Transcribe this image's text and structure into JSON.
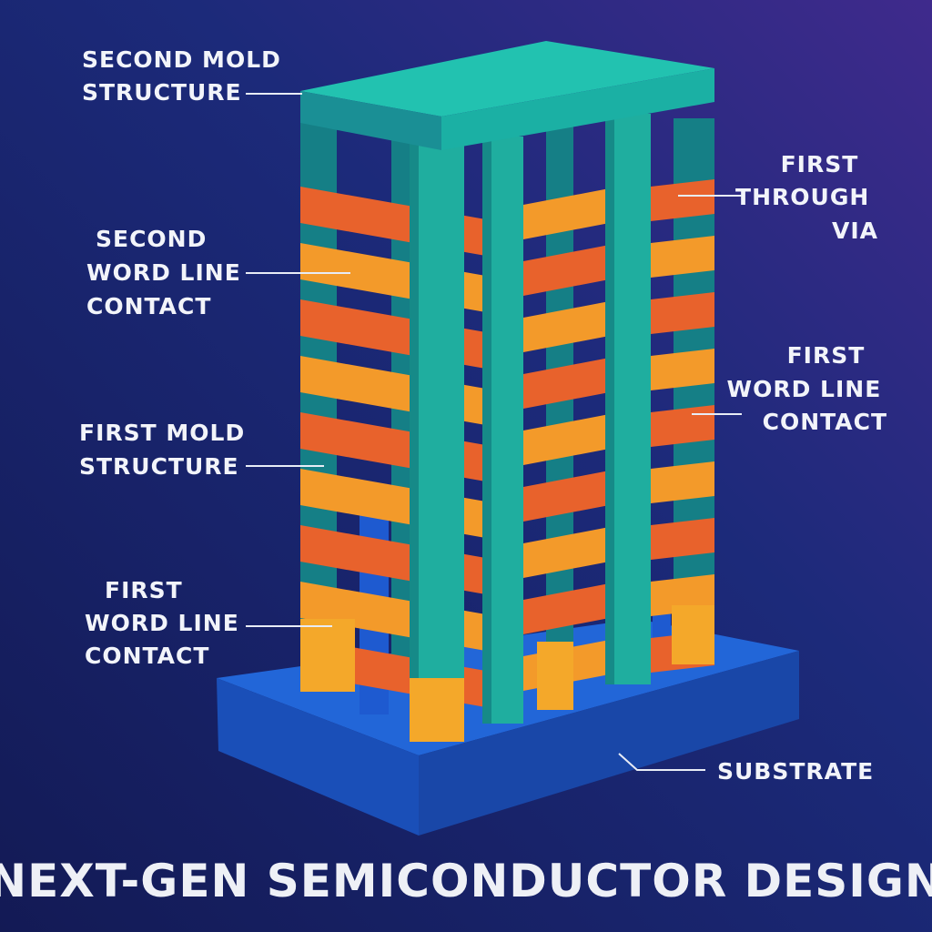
{
  "title": "NEXT-GEN SEMICONDUCTOR DESIGN",
  "labels": {
    "second_mold_structure": [
      "SECOND MOLD",
      "STRUCTURE"
    ],
    "first_through_via": [
      "FIRST",
      "THROUGH",
      "VIA"
    ],
    "second_word_line_contact": [
      "SECOND",
      "WORD LINE",
      "CONTACT"
    ],
    "first_word_line_contact_right": [
      "FIRST",
      "WORD LINE",
      "CONTACT"
    ],
    "first_mold_structure": [
      "FIRST MOLD",
      "STRUCTURE"
    ],
    "first_word_line_contact_left": [
      "FIRST",
      "WORD LINE",
      "CONTACT"
    ],
    "substrate": [
      "SUBSTRATE"
    ]
  },
  "colors": {
    "background": "#1a2370",
    "accent_purple": "#4a2a8a",
    "teal": "#1fa89a",
    "teal_dark": "#137a78",
    "orange": "#f08a24",
    "orange_red": "#e0562a",
    "substrate_blue": "#1f5fd0"
  }
}
